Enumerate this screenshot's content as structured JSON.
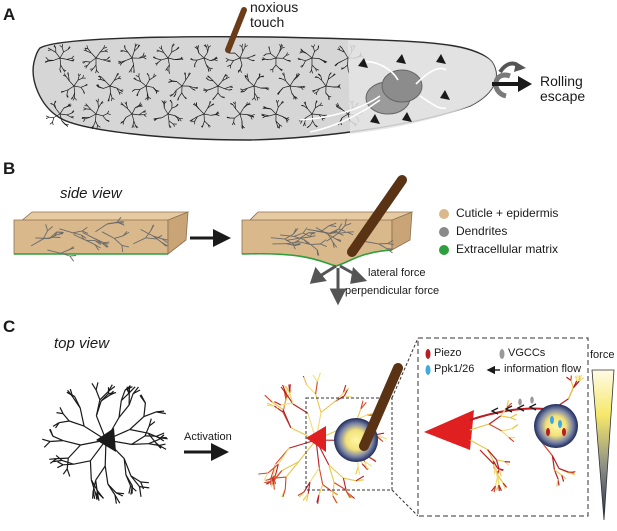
{
  "panels": {
    "a": "A",
    "b": "B",
    "c": "C"
  },
  "panel_a": {
    "touch_label": "noxious\ntouch",
    "escape_label": "Rolling\nescape"
  },
  "panel_b": {
    "view_label": "side view",
    "legend": [
      {
        "label": "Cuticle + epidermis",
        "color": "#d9b88c"
      },
      {
        "label": "Dendrites",
        "color": "#8a8a8a"
      },
      {
        "label": "Extracellular matrix",
        "color": "#2e9e3e"
      }
    ],
    "lateral_force": "lateral force",
    "perpendicular_force": "perpendicular force"
  },
  "panel_c": {
    "view_label": "top view",
    "activation_label": "Activation",
    "legend": [
      {
        "label": "Piezo",
        "color": "#b81d24"
      },
      {
        "label": "VGCCs",
        "color": "#9a9a9a"
      },
      {
        "label": "Ppk1/26",
        "color": "#3fa9e0"
      },
      {
        "label": "information flow",
        "color": "#1a1a1a"
      }
    ],
    "force_label": "force"
  }
}
